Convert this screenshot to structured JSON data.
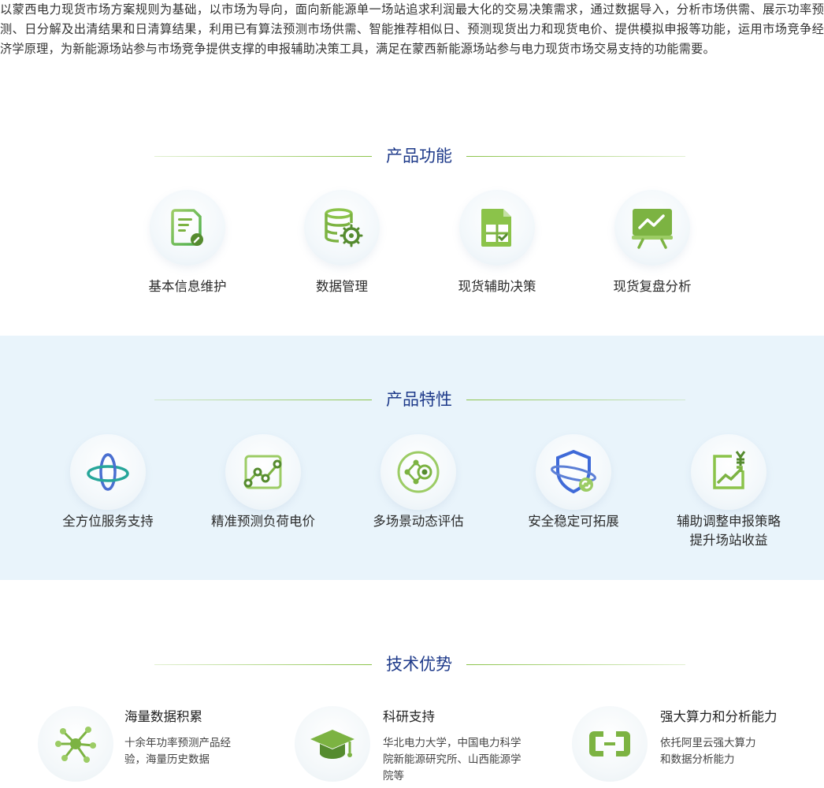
{
  "intro": "以蒙西电力现货市场方案规则为基础，以市场为导向，面向新能源单一场站追求利润最大化的交易决策需求，通过数据导入，分析市场供需、展示功率预测、日分解及出清结果和日清算结果，利用已有算法预测市场供需、智能推荐相似日、预测现货出力和现货电价、提供模拟申报等功能，运用市场竞争经济学原理，为新能源场站参与市场竞争提供支撑的申报辅助决策工具，满足在蒙西新能源场站参与电力现货市场交易支持的功能需要。",
  "functions": {
    "title": "产品功能",
    "items": [
      {
        "label": "基本信息维护",
        "icon": "document-wrench-icon"
      },
      {
        "label": "数据管理",
        "icon": "database-gear-icon"
      },
      {
        "label": "现货辅助决策",
        "icon": "spreadsheet-check-icon"
      },
      {
        "label": "现货复盘分析",
        "icon": "presentation-chart-icon"
      }
    ]
  },
  "features": {
    "title": "产品特性",
    "items": [
      {
        "label": "全方位服务支持",
        "icon": "orbit-ring-icon"
      },
      {
        "label": "精准预测负荷电价",
        "icon": "line-trend-icon"
      },
      {
        "label": "多场景动态评估",
        "icon": "network-target-icon"
      },
      {
        "label": "安全稳定可拓展",
        "icon": "shield-link-icon"
      },
      {
        "label": "辅助调整申报策略",
        "label2": "提升场站收益",
        "icon": "yuan-growth-icon"
      }
    ]
  },
  "tech": {
    "title": "技术优势",
    "items": [
      {
        "title": "海量数据积累",
        "desc": "十余年功率预测产品经验，海量历史数据",
        "icon": "data-hub-icon"
      },
      {
        "title": "科研支持",
        "desc": "华北电力大学，中国电力科学院新能源研究所、山西能源学院等",
        "icon": "graduation-cap-icon"
      },
      {
        "title": "强大算力和分析能力",
        "desc": "依托阿里云强大算力和数据分析能力",
        "icon": "cloud-bracket-icon"
      }
    ]
  },
  "colors": {
    "accent_green": "#8bc34a",
    "title_blue": "#1e3a8a",
    "band_bg": "#e9f4fb",
    "icon_blue": "#4a6fd1"
  }
}
